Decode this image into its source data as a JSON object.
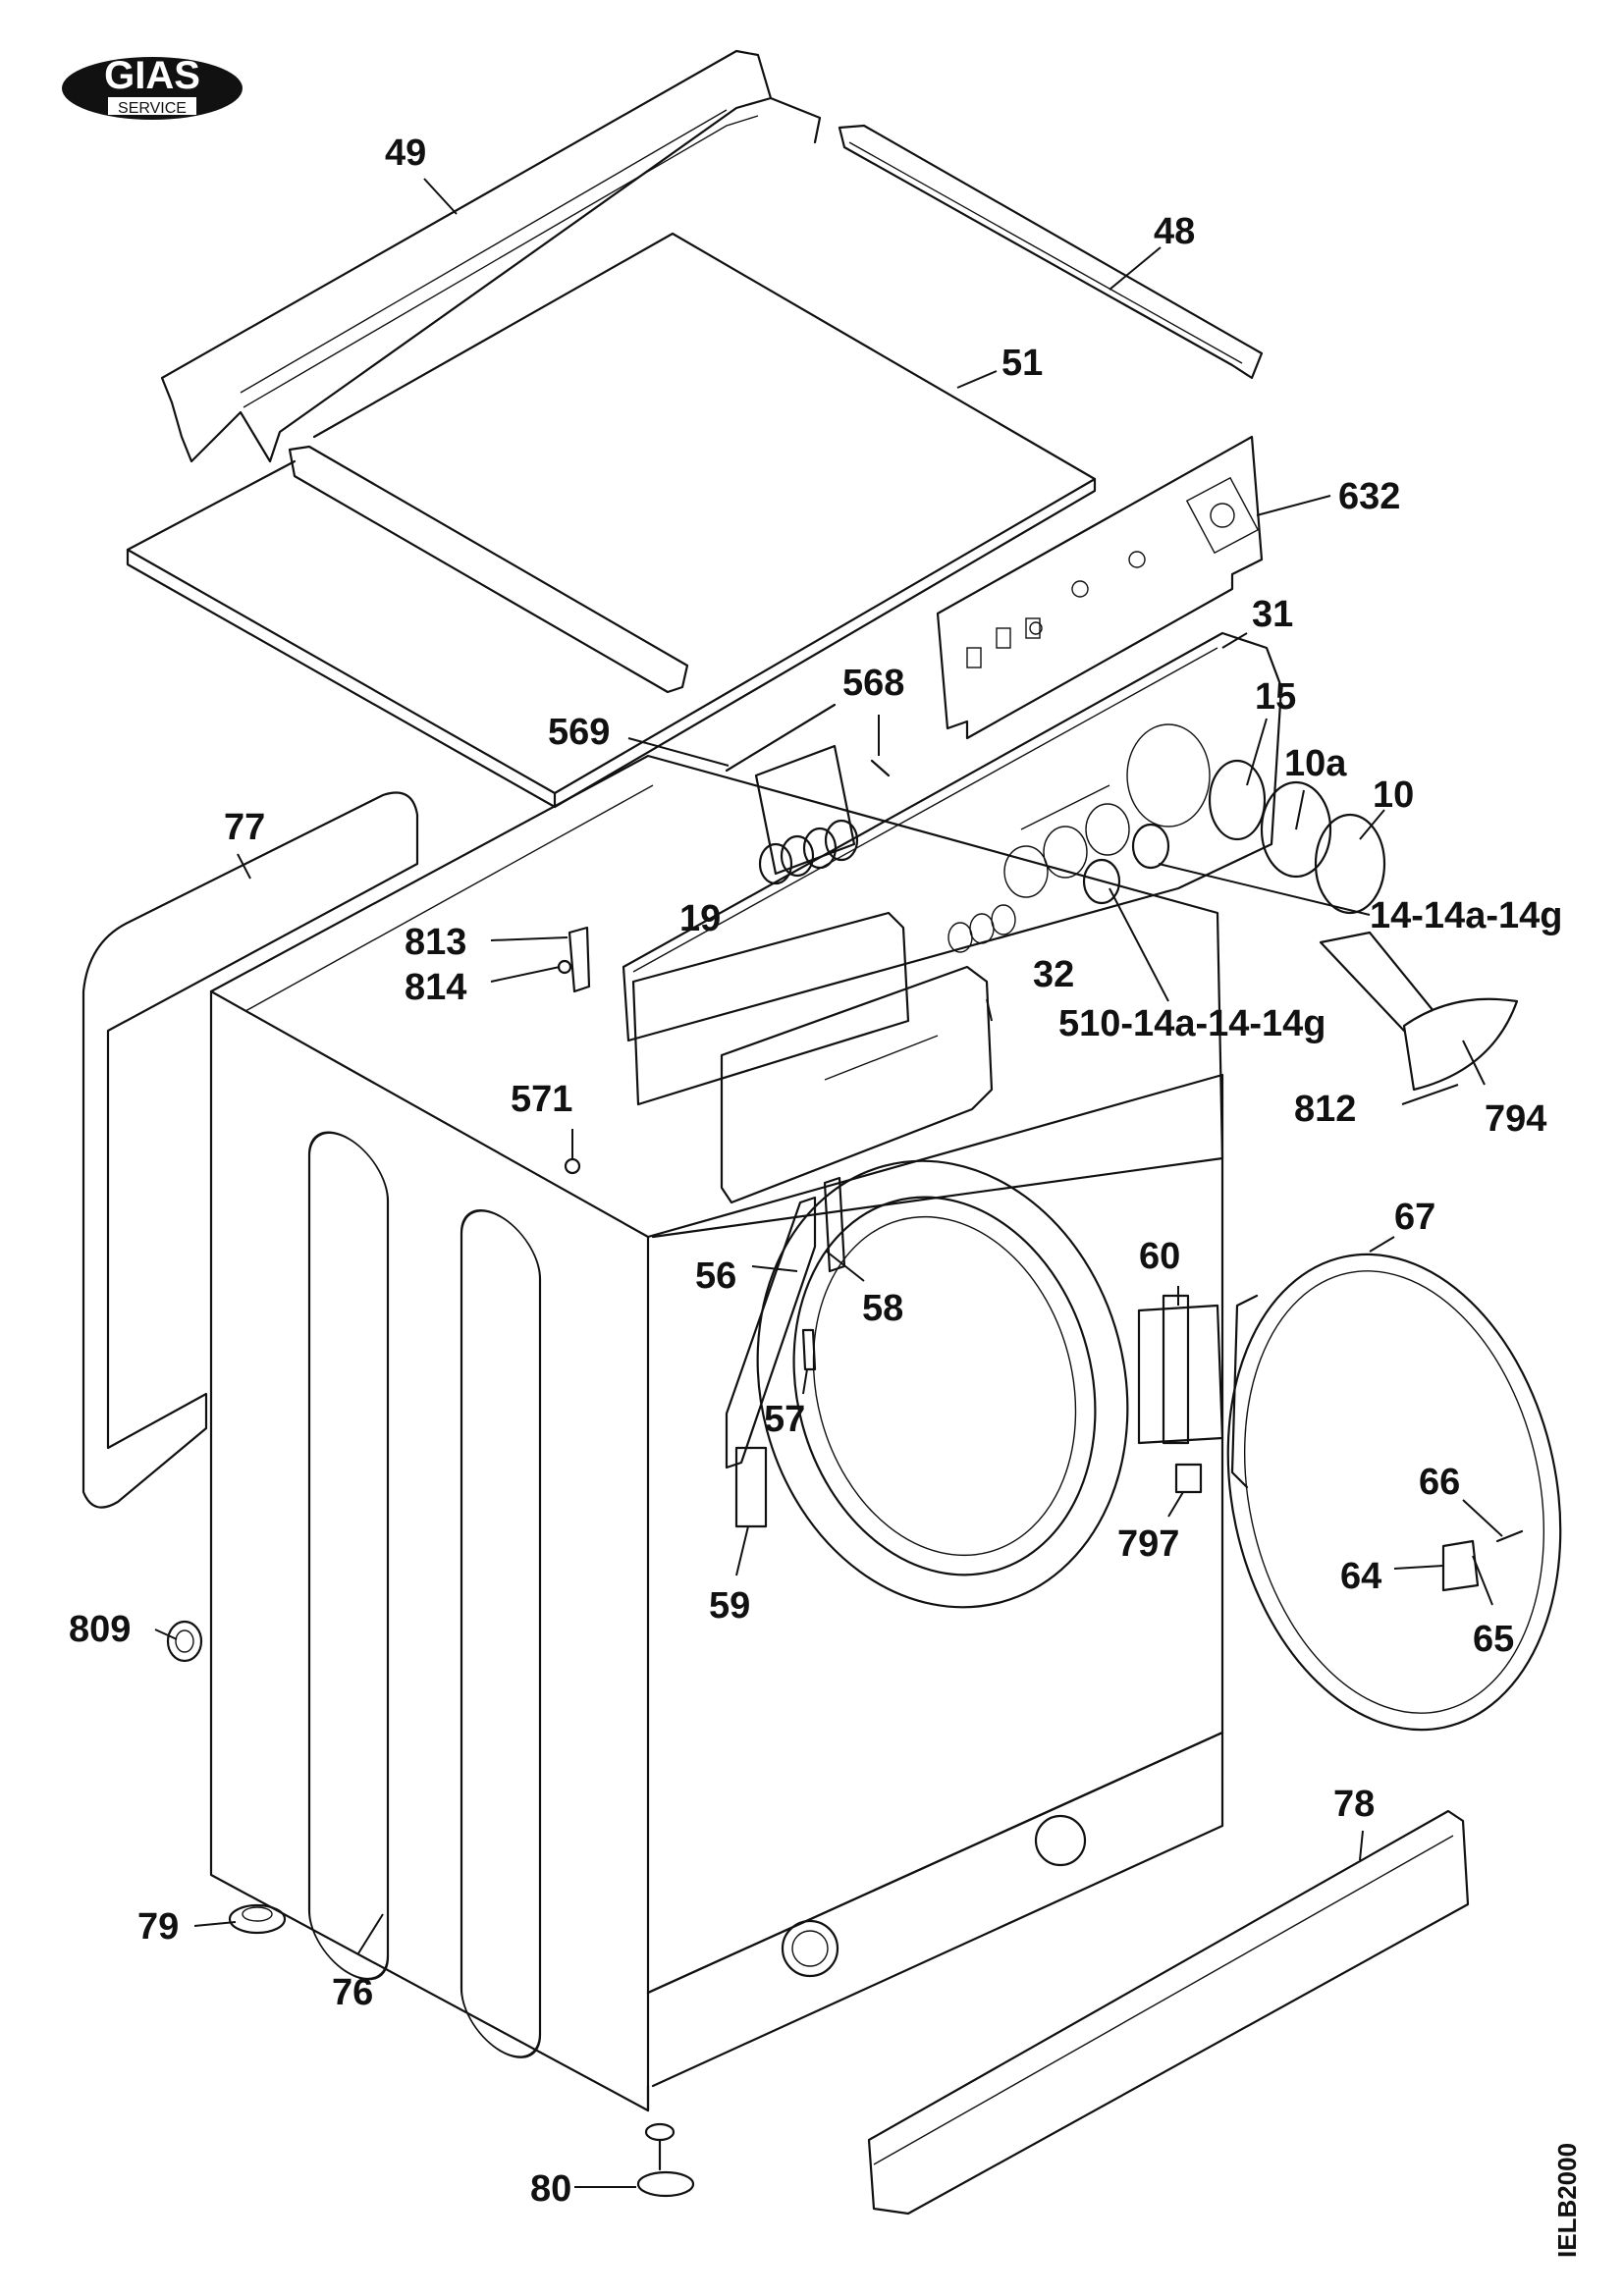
{
  "logo": {
    "brand": "GIAS",
    "sub": "SERVICE"
  },
  "drawing_code": "IELB2000",
  "callouts": {
    "c49": "49",
    "c48": "48",
    "c51": "51",
    "c632": "632",
    "c31": "31",
    "c568": "568",
    "c569": "569",
    "c15": "15",
    "c10a": "10a",
    "c10": "10",
    "c77": "77",
    "c19": "19",
    "c14": "14-14a-14g",
    "c813": "813",
    "c814": "814",
    "c32": "32",
    "c510": "510-14a-14-14g",
    "c812": "812",
    "c794": "794",
    "c571": "571",
    "c67": "67",
    "c60": "60",
    "c56": "56",
    "c58": "58",
    "c57": "57",
    "c66": "66",
    "c797": "797",
    "c64": "64",
    "c59": "59",
    "c809": "809",
    "c65": "65",
    "c78": "78",
    "c79": "79",
    "c76": "76",
    "c80": "80"
  }
}
